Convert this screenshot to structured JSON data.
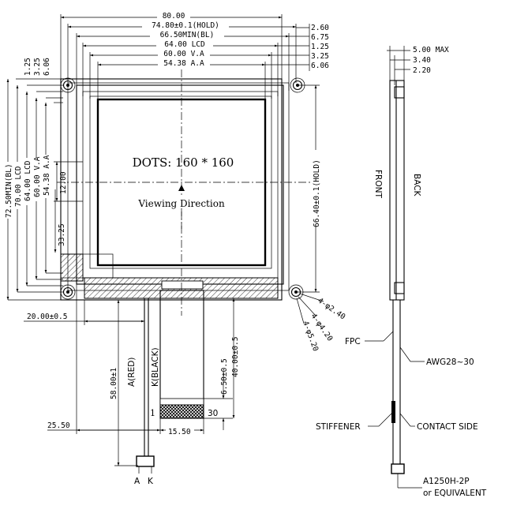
{
  "front_view": {
    "top_dims": [
      "80.00",
      "74.80±0.1(HOLD)",
      "66.50MIN(BL)",
      "64.00 LCD",
      "60.00 V.A",
      "54.38 A.A"
    ],
    "right_top_dims": [
      "2.60",
      "6.75",
      "1.25",
      "3.25",
      "6.06"
    ],
    "left_top_dims": [
      "1.25",
      "3.25",
      "6.06"
    ],
    "left_vertical_dims": [
      "72.50MIN(BL)",
      "70.00 LCD",
      "64.00 LCD",
      "60.00 V.A",
      "54.38 A.A"
    ],
    "dim_12": "12.00",
    "dim_33_25": "33.25",
    "hold_vertical": "66.40±0.1(HOLD)",
    "dots_label": "DOTS:  160 * 160",
    "viewing_direction": "Viewing  Direction",
    "hole_dims": [
      "4-φ2.40",
      "4-φ4.20",
      "4-φ5.20"
    ],
    "dim_20": "20.00±0.5",
    "dim_58": "58.00±1",
    "dim_6_5": "6.50±0.5",
    "dim_40": "40.00±0.5",
    "dim_25_5": "25.50",
    "dim_15_5": "15.50",
    "pin_first": "1",
    "pin_last": "30",
    "wire_red": "A(RED)",
    "wire_black": "K(BLACK)",
    "pin_a": "A",
    "pin_k": "K"
  },
  "side_view": {
    "dims": [
      "5.00  MAX",
      "3.40",
      "2.20"
    ],
    "front": "FRONT",
    "back": "BACK",
    "fpc": "FPC",
    "awg": "AWG28~30",
    "stiffener": "STIFFENER",
    "contact_side": "CONTACT SIDE",
    "connector": "A1250H-2P",
    "equivalent": "or EQUIVALENT"
  }
}
